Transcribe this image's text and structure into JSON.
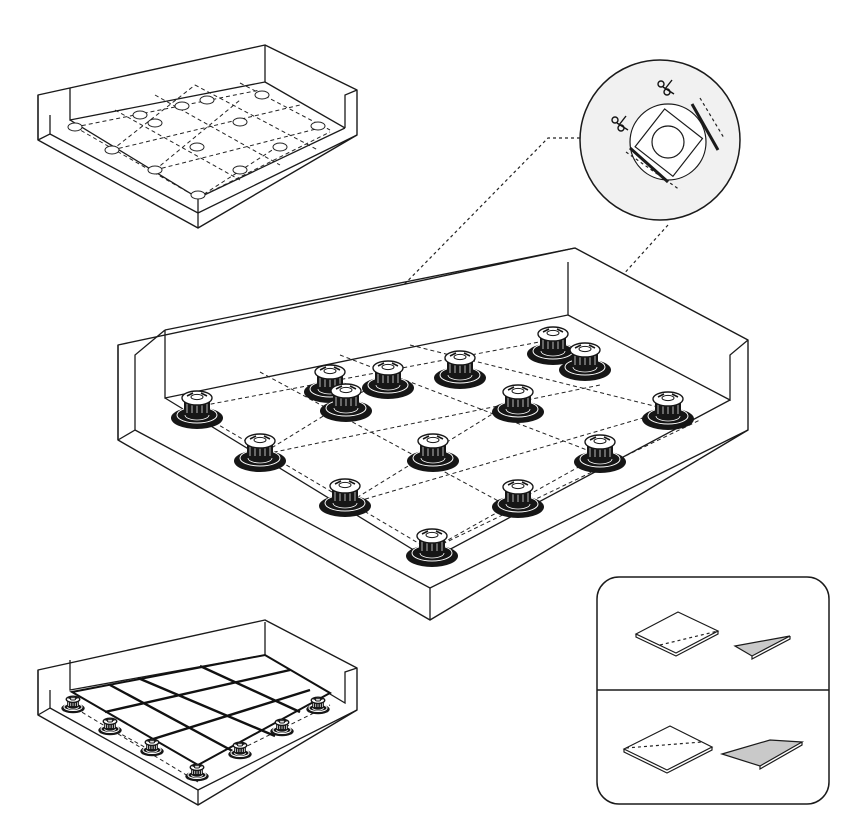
{
  "colors": {
    "line": "#1a1a1a",
    "pedestal": "#161616",
    "detail_circle_fill": "#f1f1f1",
    "cut_piece_fill": "#c9c9c9",
    "background": "#ffffff"
  },
  "icons": [
    "scissors-icon",
    "scissors-icon",
    "pedestal-icon"
  ],
  "panels": {
    "top_left": "room-with-marked-grid",
    "center": "room-with-pedestals",
    "detail": "pedestal-cut-detail",
    "bottom_left": "room-with-tiles-on-pedestals",
    "bottom_right": "tile-cutting-options"
  }
}
